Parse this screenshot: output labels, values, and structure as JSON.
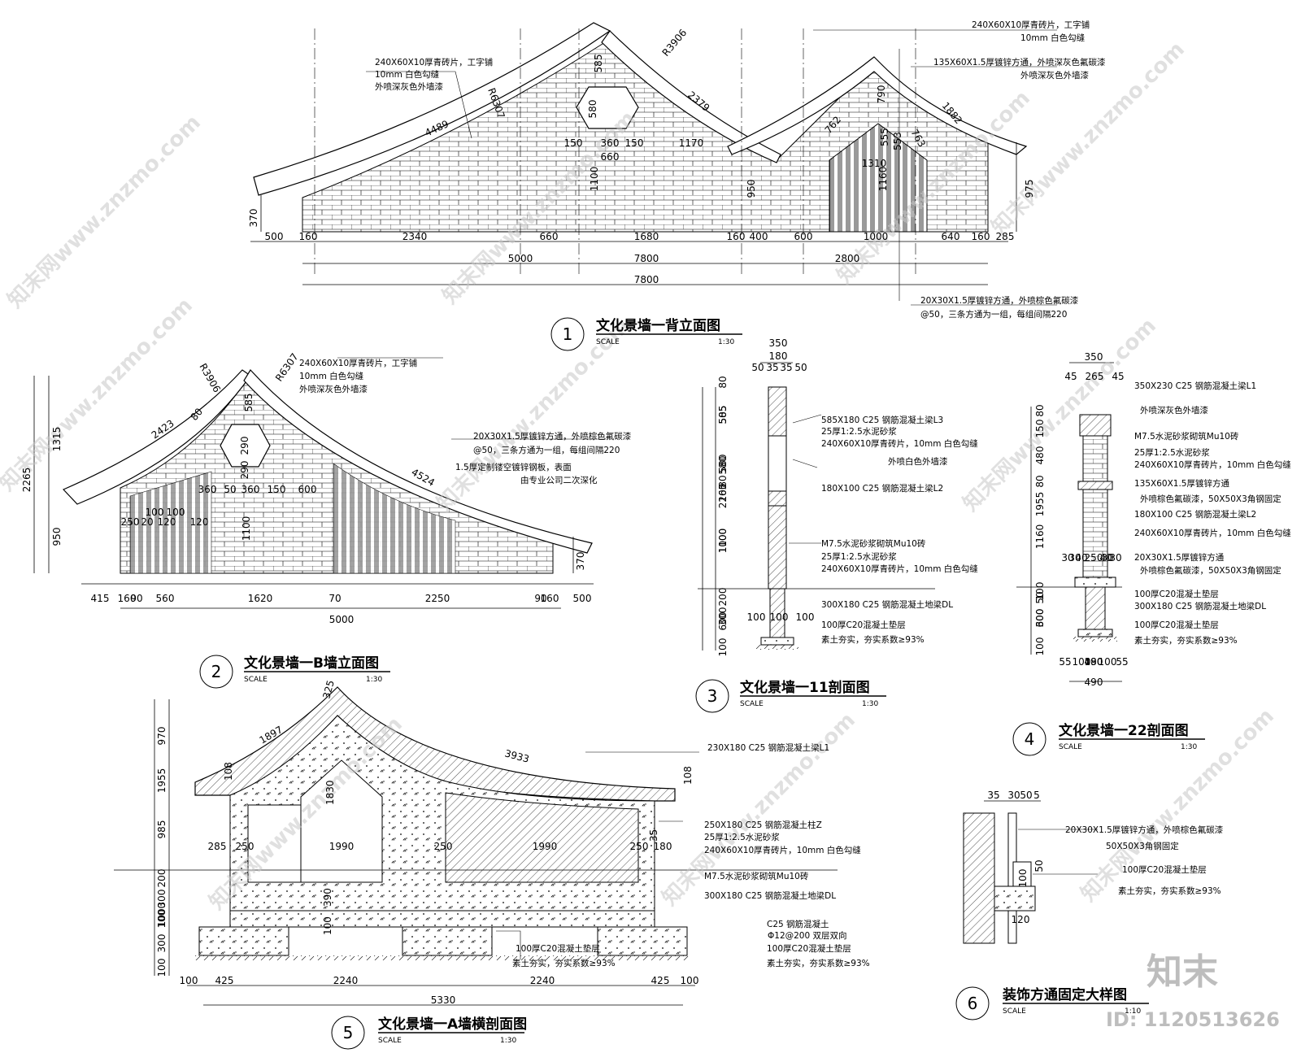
{
  "drawings": {
    "d1": {
      "number": "1",
      "title": "文化景墙一背立面图",
      "scale_label": "SCALE",
      "scale": "1:30",
      "dims_bottom": [
        "500",
        "160",
        "2340",
        "660",
        "1680",
        "160",
        "400",
        "600",
        "1000",
        "640",
        "160",
        "285"
      ],
      "dims_total": [
        "5000",
        "2800",
        "7800"
      ],
      "dims_other": [
        "370",
        "975",
        "585",
        "580",
        "1100",
        "950",
        "790",
        "1160",
        "1310",
        "150",
        "360",
        "150",
        "660",
        "1170",
        "R6307",
        "R3906",
        "4489",
        "2379",
        "1882",
        "762",
        "763",
        "555",
        "553"
      ],
      "notes_left": [
        "240X60X10厚青砖片，工字铺",
        "10mm 白色勾缝",
        "外喷深灰色外墙漆"
      ],
      "notes_right": [
        "240X60X10厚青砖片，工字铺",
        "10mm 白色勾缝",
        "135X60X1.5厚镀锌方通，外喷深灰色氟碳漆",
        "外喷深灰色外墙漆"
      ],
      "notes_bottom": [
        "20X30X1.5厚镀锌方通，外喷棕色氟碳漆",
        "@50，三条方通为一组，每组间隔220"
      ]
    },
    "d2": {
      "number": "2",
      "title": "文化景墙一B墙立面图",
      "scale_label": "SCALE",
      "scale": "1:30",
      "dims_bottom": [
        "415",
        "160",
        "90",
        "560",
        "1620",
        "70",
        "2250",
        "90",
        "160",
        "500"
      ],
      "dims_total": "5000",
      "dims_other": [
        "1315",
        "2265",
        "950",
        "370",
        "585",
        "290",
        "290",
        "1100",
        "360",
        "50",
        "360",
        "150",
        "600",
        "250",
        "20",
        "120",
        "100",
        "120",
        "100",
        "R3906",
        "R6307",
        "2423",
        "4524",
        "80"
      ],
      "notes_top": [
        "240X60X10厚青砖片，工字铺",
        "10mm 白色勾缝",
        "外喷深灰色外墙漆"
      ],
      "notes_right": [
        "20X30X1.5厚镀锌方通，外喷棕色氟碳漆",
        "@50，三条方通为一组，每组间隔220",
        "1.5厚定制镂空镀锌钢板，表面",
        "由专业公司二次深化"
      ]
    },
    "d3": {
      "number": "3",
      "title": "文化景墙一11剖面图",
      "scale_label": "SCALE",
      "scale": "1:30",
      "dims_top": [
        "350",
        "180",
        "50",
        "35",
        "35",
        "50"
      ],
      "dims_left": [
        "80",
        "505",
        "585",
        "580",
        "580",
        "80",
        "100",
        "1100",
        "1000",
        "200",
        "300",
        "600",
        "100",
        "2265"
      ],
      "dims_bottom": [
        "100",
        "100",
        "100"
      ],
      "notes": [
        "585X180  C25 钢筋混凝土梁L3",
        "25厚1:2.5水泥砂浆",
        "240X60X10厚青砖片，10mm 白色勾缝",
        "外喷白色外墙漆",
        "180X100  C25 钢筋混凝土梁L2",
        "M7.5水泥砂浆砌筑Mu10砖",
        "25厚1:2.5水泥砂浆",
        "240X60X10厚青砖片，10mm 白色勾缝",
        "300X180  C25 钢筋混凝土地梁DL",
        "100厚C20混凝土垫层",
        "素土夯实，夯实系数≥93%"
      ]
    },
    "d4": {
      "number": "4",
      "title": "文化景墙一22剖面图",
      "scale_label": "SCALE",
      "scale": "1:30",
      "dims_top": [
        "350",
        "45",
        "265",
        "45"
      ],
      "dims_left": [
        "80",
        "150",
        "480",
        "80",
        "1160",
        "1955",
        "100",
        "50",
        "300",
        "600",
        "100"
      ],
      "dims_bottom": [
        "55",
        "100",
        "180",
        "100",
        "55",
        "490"
      ],
      "dims_mid": [
        "40",
        "40",
        "30",
        "30",
        "250",
        "30",
        "30"
      ],
      "notes": [
        "350X230  C25 钢筋混凝土梁L1",
        "外喷深灰色外墙漆",
        "M7.5水泥砂浆砌筑Mu10砖",
        "25厚1:2.5水泥砂浆",
        "240X60X10厚青砖片，10mm 白色勾缝",
        "135X60X1.5厚镀锌方通",
        "外喷棕色氟碳漆，50X50X3角钢固定",
        "180X100  C25 钢筋混凝土梁L2",
        "240X60X10厚青砖片，10mm 白色勾缝",
        "20X30X1.5厚镀锌方通",
        "外喷棕色氟碳漆，50X50X3角钢固定",
        "100厚C20混凝土垫层",
        "300X180  C25 钢筋混凝土地梁DL",
        "100厚C20混凝土垫层",
        "素土夯实，夯实系数≥93%"
      ]
    },
    "d5": {
      "number": "5",
      "title": "文化景墙一A墙横剖面图",
      "scale_label": "SCALE",
      "scale": "1:30",
      "dims_bottom": [
        "100",
        "425",
        "2240",
        "2240",
        "425",
        "100"
      ],
      "dims_total": "5330",
      "dims_left": [
        "970",
        "1955",
        "985",
        "200",
        "300",
        "1000",
        "100",
        "300",
        "100"
      ],
      "dims_other": [
        "325",
        "1897",
        "3933",
        "108",
        "108",
        "1830",
        "285",
        "250",
        "1990",
        "250",
        "1990",
        "250",
        "180",
        "35",
        "390",
        "100"
      ],
      "notes": [
        "230X180  C25 钢筋混凝土梁L1",
        "250X180  C25 钢筋混凝土柱Z",
        "25厚1:2.5水泥砂浆",
        "240X60X10厚青砖片，10mm 白色勾缝",
        "M7.5水泥砂浆砌筑Mu10砖",
        "300X180  C25 钢筋混凝土地梁DL",
        "C25 钢筋混凝土",
        "Φ12@200 双层双向",
        "100厚C20混凝土垫层",
        "100厚C20混凝土垫层",
        "素土夯实，夯实系数≥93%",
        "素土夯实，夯实系数≥93%"
      ]
    },
    "d6": {
      "number": "6",
      "title": "装饰方通固定大样图",
      "scale_label": "SCALE",
      "scale": "1:10",
      "dims_top": [
        "35",
        "30",
        "50",
        "5"
      ],
      "dims_other": [
        "100",
        "50",
        "120"
      ],
      "notes": [
        "20X30X1.5厚镀锌方通，外喷棕色氟碳漆",
        "50X50X3角钢固定",
        "100厚C20混凝土垫层",
        "素土夯实，夯实系数≥93%"
      ]
    }
  },
  "watermark": {
    "text": "知末网www.znzmo.com",
    "logo": "知末",
    "id": "ID: 1120513626"
  },
  "colors": {
    "line": "#000000",
    "watermark": "#c8c8c8",
    "background": "#ffffff"
  }
}
